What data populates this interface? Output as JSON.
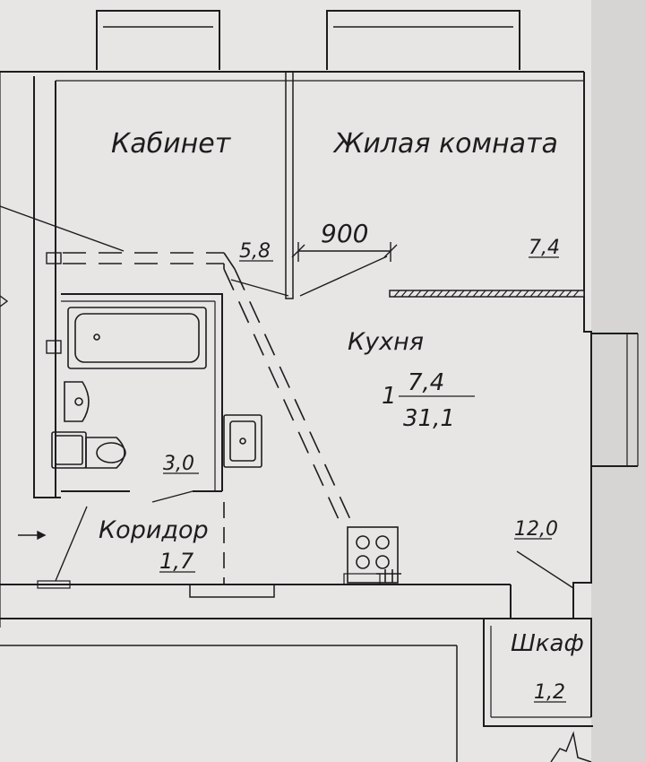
{
  "rooms": {
    "study": {
      "name": "Кабинет",
      "area": "5,8"
    },
    "living_room": {
      "name": "Жилая комната",
      "area": "7,4"
    },
    "kitchen": {
      "name": "Кухня",
      "area": "12,0"
    },
    "bathroom": {
      "area": "3,0"
    },
    "corridor": {
      "name": "Коридор",
      "area": "1,7"
    },
    "wardrobe": {
      "name": "Шкаф",
      "area": "1,2"
    }
  },
  "apartment": {
    "number": "1",
    "living_area": "7,4",
    "total_area": "31,1"
  },
  "dimension": {
    "value": "900"
  },
  "colors": {
    "paper": "#e7e6e4",
    "ink": "#1d1d1f",
    "background": "#b9b7b5"
  }
}
